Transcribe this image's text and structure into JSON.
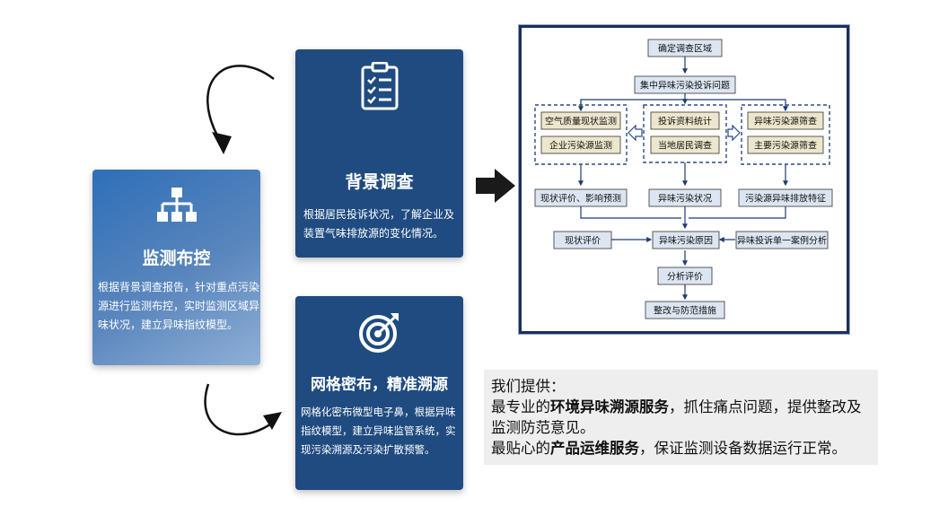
{
  "cards": {
    "background_survey": {
      "title": "背景调查",
      "desc": "根据居民投诉状况，了解企业及装置气味排放源的变化情况。",
      "icon": "clipboard-checklist-icon"
    },
    "monitoring_layout": {
      "title": "监测布控",
      "desc": "根据背景调查报告，针对重点污染源进行监测布控，实时监测区域异味状况，建立异味指纹模型。",
      "icon": "hierarchy-network-icon"
    },
    "grid_tracing": {
      "title": "网格密布，精准溯源",
      "desc": "网格化密布微型电子鼻，根据异味指纹模型，建立异味监管系统，实现污染溯源及污染扩散预警。",
      "icon": "target-arrow-icon"
    }
  },
  "flowchart": {
    "step1": "确定调查区域",
    "step2": "集中异味污染投诉问题",
    "left_group": [
      "空气质量现状监测",
      "企业污染源监测"
    ],
    "mid_group": [
      "投诉资料统计",
      "当地居民调查"
    ],
    "right_group": [
      "异味污染源筛查",
      "主要污染源筛查"
    ],
    "row3": [
      "现状评价、影响预测",
      "异味污染状况",
      "污染源异味排放特征"
    ],
    "side_left": "现状评价",
    "cause": "异味污染原因",
    "side_right": "异味投诉单一案例分析",
    "analysis": "分析评价",
    "final": "整改与防范措施"
  },
  "offer": {
    "heading": "我们提供：",
    "line1_pre": "最专业的",
    "line1_bold": "环境异味溯源服务",
    "line1_post": "，抓住痛点问题，提供整改及监测防范意见。",
    "line2_pre": "最贴心的",
    "line2_bold": "产品运维服务",
    "line2_post": "，保证监测设备数据运行正常。"
  },
  "colors": {
    "card_navy": "#1f4b80",
    "flow_box_fill": "#dce6f2",
    "flow_group_fill": "#ece7cc",
    "flow_arrow": "#1f3c6e"
  }
}
